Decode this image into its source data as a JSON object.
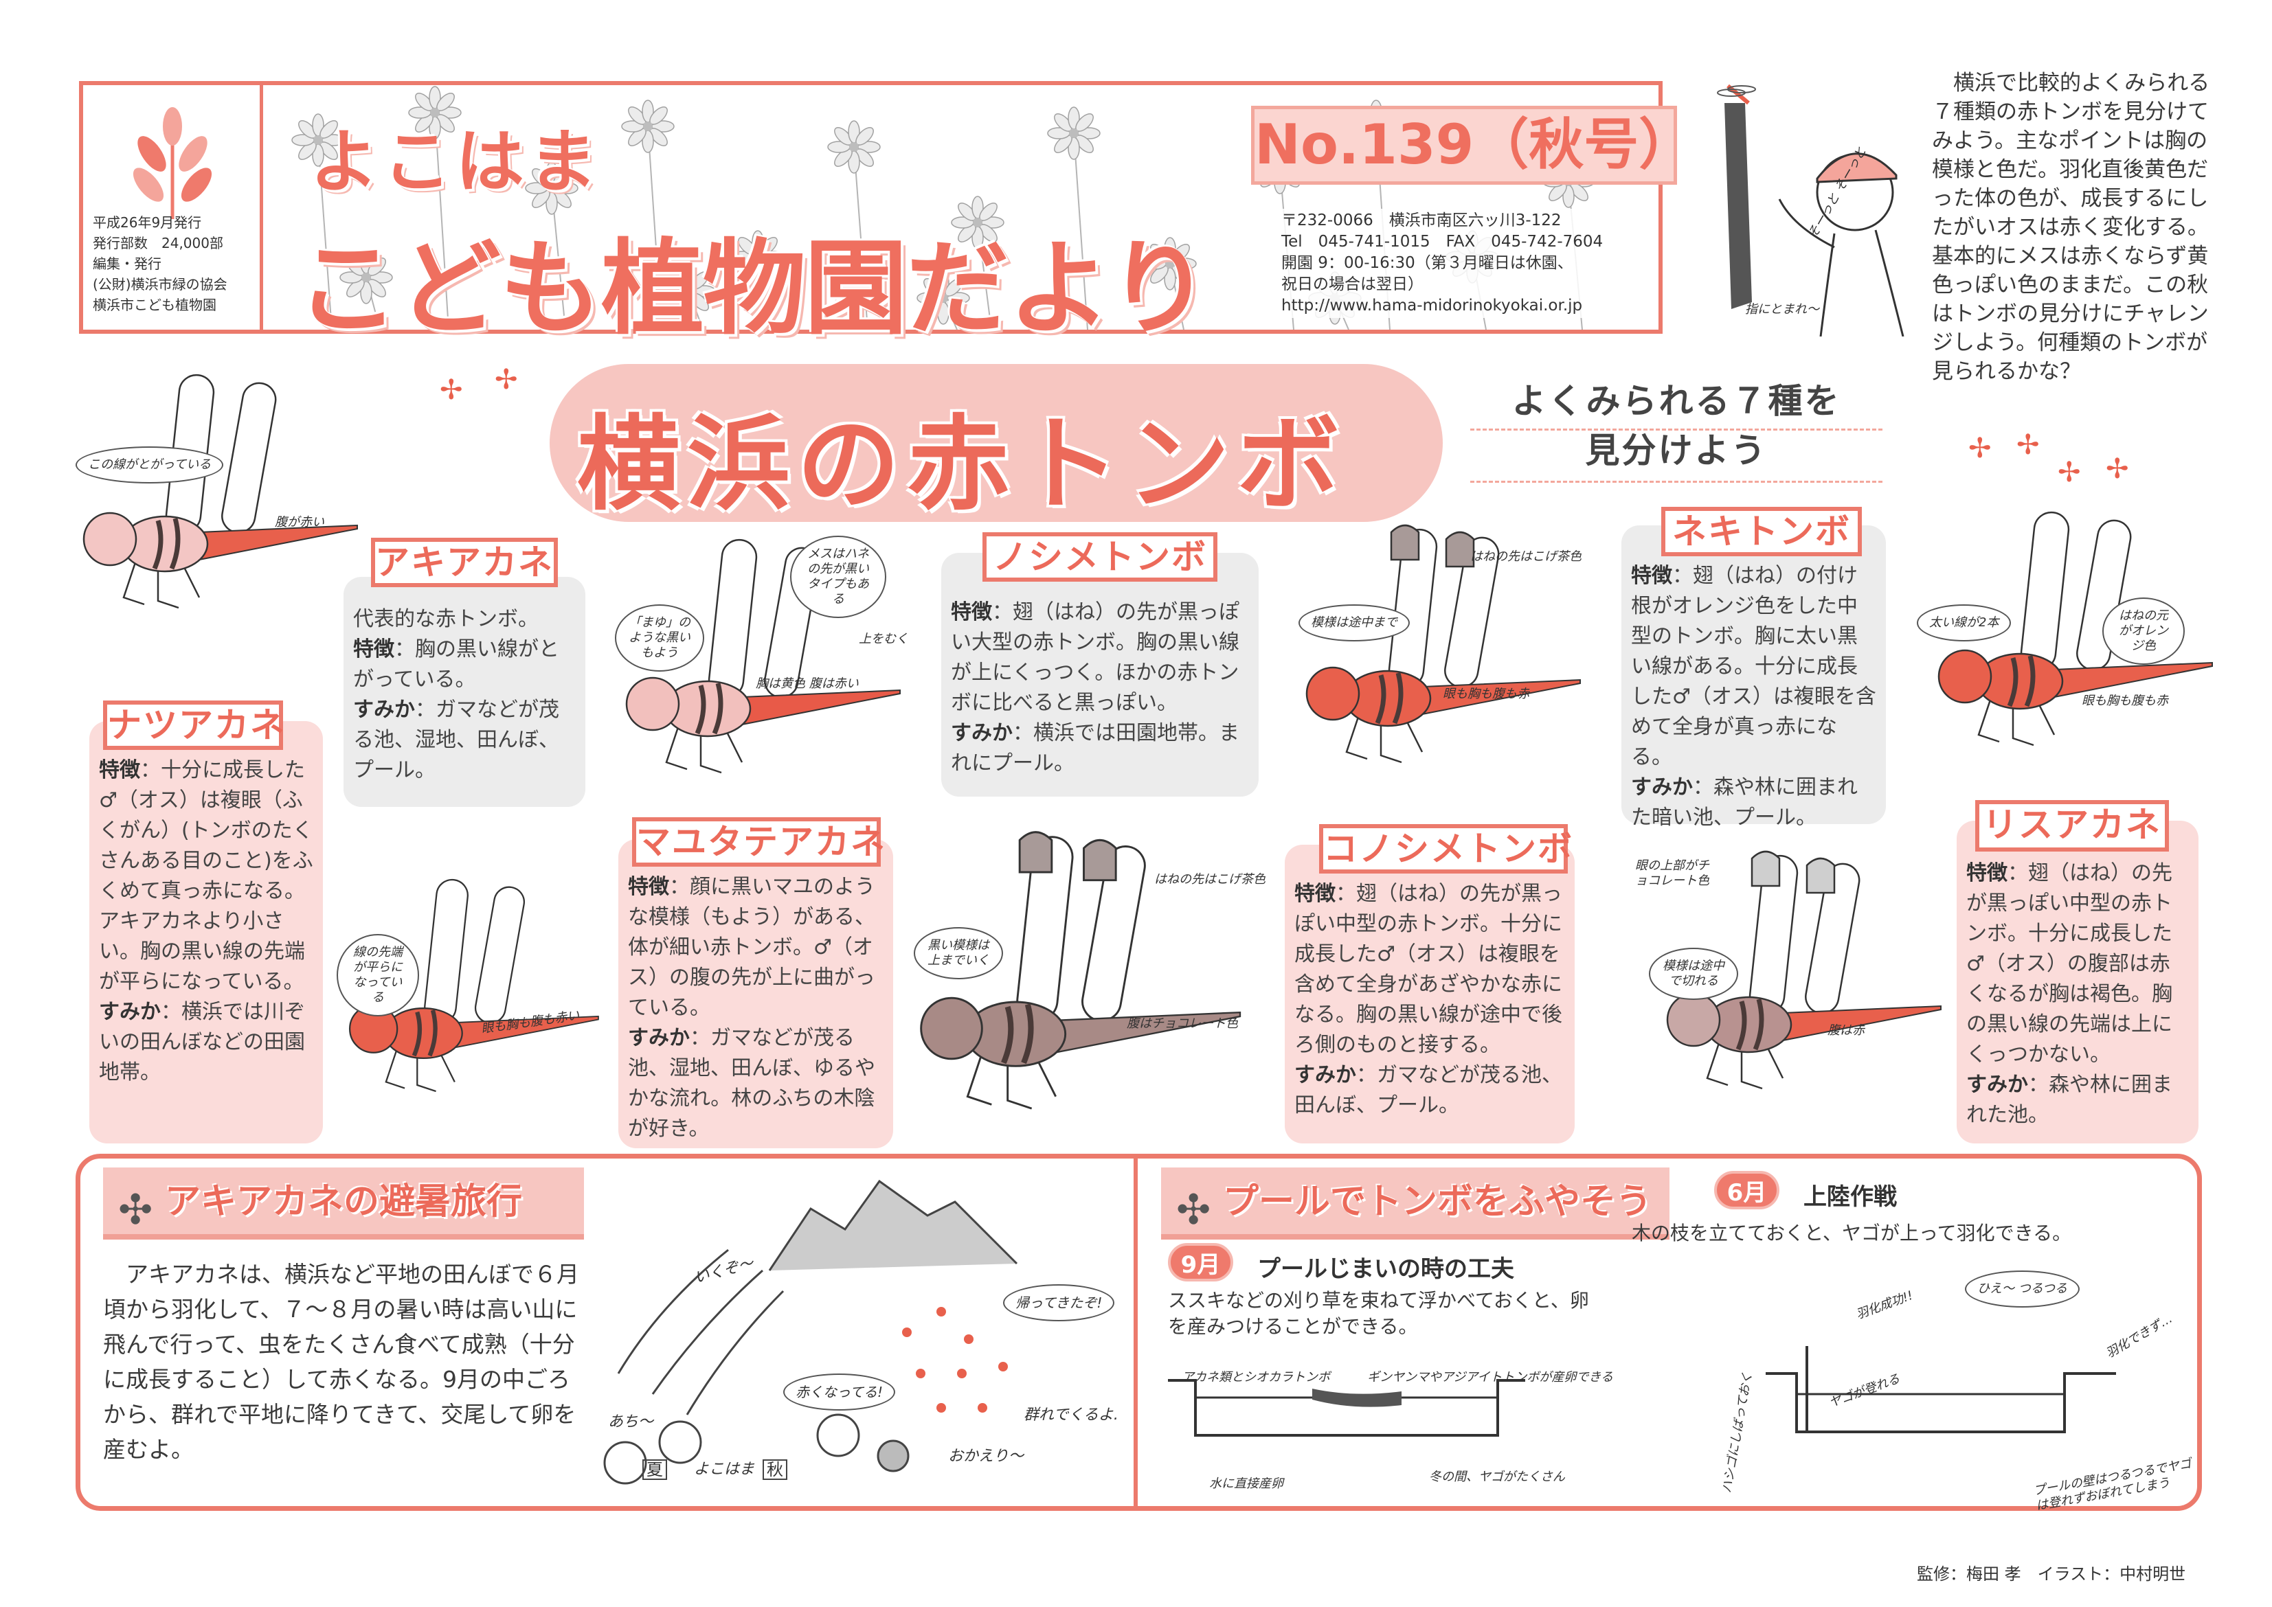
{
  "header": {
    "pub_lines": [
      "平成26年9月発行",
      "発行部数　24,000部",
      "編集・発行",
      "(公財)横浜市緑の協会",
      "横浜市こども植物園"
    ],
    "title_small": "よこはま",
    "title_large": "こども植物園だより",
    "issue": "No.139（秋号）",
    "address_lines": [
      "〒232-0066　横浜市南区六ッ川3-122",
      "Tel　045-741-1015　FAX　045-742-7604",
      "開園 9：00-16:30（第３月曜日は休園、",
      "祝日の場合は翌日）",
      "http://www.hama-midorinokyokai.or.jp"
    ]
  },
  "intro": "横浜で比較的よくみられる７種類の赤トンボを見分けてみよう。主なポイントは胸の模様と色だ。羽化直後黄色だった体の色が、成長するにしたがいオスは赤く変化する。基本的にメスは赤くならず黄色っぽい色のままだ。この秋はトンボの見分けにチャレンジしよう。何種類のトンボが見られるかな？",
  "kid_notes": [
    "そーっと そーっと",
    "指にとまれ〜"
  ],
  "banner": {
    "title": "横浜の赤トンボ",
    "subtitle_1": "よくみられる７種を",
    "subtitle_2": "見分けよう"
  },
  "labels": {
    "feature": "特徴",
    "habitat": "すみか"
  },
  "colors": {
    "accent": "#ec6a5a",
    "pink_box": "#fbdcda",
    "grey_box": "#ececec"
  },
  "species": [
    {
      "name": "アキアカネ",
      "lead": "代表的な赤トンボ。",
      "feature": "：胸の黒い線がとがっている。",
      "habitat": "：ガマなどが茂る池、湿地、田んぼ、プール。",
      "notes": [
        "この線がとがっている",
        "腹が赤い"
      ],
      "body": {
        "head": "#f3c6c4",
        "thorax": "#f3c6c4",
        "abdomen": "#e8604c",
        "tip": "none"
      }
    },
    {
      "name": "ナツアカネ",
      "feature": "：十分に成長した♂（オス）は複眼（ふくがん）(トンボのたくさんある目のこと)をふくめて真っ赤になる。アキアカネより小さい。胸の黒い線の先端が平らになっている。",
      "habitat": "：横浜では川ぞいの田んぼなどの田園地帯。",
      "notes": [
        "線の先端が平らになっている",
        "眼も胸も腹も赤い"
      ],
      "body": {
        "head": "#e8604c",
        "thorax": "#e8604c",
        "abdomen": "#e8604c",
        "tip": "none"
      }
    },
    {
      "name": "ノシメトンボ",
      "feature": "：翅（はね）の先が黒っぽい大型の赤トンボ。胸の黒い線が上にくっつく。ほかの赤トンボに比べると黒っぽい。",
      "habitat": "：横浜では田園地帯。まれにプール。",
      "notes": [
        "はねの先はこげ茶色",
        "黒い模様は上までいく",
        "腹はチョコレート色"
      ],
      "body": {
        "head": "#a88a86",
        "thorax": "#a88a86",
        "abdomen": "#a88a86",
        "tip": "#a89a98"
      }
    },
    {
      "name": "マユタテアカネ",
      "feature": "：顔に黒いマユのような模様（もよう）がある、体が細い赤トンボ。♂（オス）の腹の先が上に曲がっている。",
      "habitat": "：ガマなどが茂る池、湿地、田んぼ、ゆるやかな流れ。林のふちの木陰が好き。",
      "notes": [
        "「まゆ」のような黒いもよう",
        "メスはハネの先が黒いタイプもある",
        "胸は黄色 腹は赤い",
        "上をむく"
      ],
      "body": {
        "head": "#f2c0bd",
        "thorax": "#f2c0bd",
        "abdomen": "#e85a48",
        "tip": "none"
      }
    },
    {
      "name": "コノシメトンボ",
      "feature": "：翅（はね）の先が黒っぽい中型の赤トンボ。十分に成長した♂（オス）は複眼を含めて全身があざやかな赤になる。胸の黒い線が途中で後ろ側のものと接する。",
      "habitat": "：ガマなどが茂る池、田んぼ、プール。",
      "notes": [
        "はねの先はこげ茶色",
        "模様は途中まで",
        "眼も胸も腹も赤"
      ],
      "body": {
        "head": "#e8604c",
        "thorax": "#e8604c",
        "abdomen": "#e8604c",
        "tip": "#a89a98"
      }
    },
    {
      "name": "ネキトンボ",
      "feature": "：翅（はね）の付け根がオレンジ色をした中型のトンボ。胸に太い黒い線がある。十分に成長した♂（オス）は複眼を含めて全身が真っ赤になる。",
      "habitat": "：森や林に囲まれた暗い池、プール。",
      "notes": [
        "太い線が2本",
        "はねの元がオレンジ色",
        "眼も胸も腹も赤"
      ],
      "body": {
        "head": "#e8604c",
        "thorax": "#e8604c",
        "abdomen": "#e8604c",
        "tip": "none"
      }
    },
    {
      "name": "リスアカネ",
      "feature": "：翅（はね）の先が黒っぽい中型の赤トンボ。十分に成長した♂（オス）の腹部は赤くなるが胸は褐色。胸の黒い線の先端は上にくっつかない。",
      "habitat": "：森や林に囲まれた池。",
      "notes": [
        "眼の上部がチョコレート色",
        "模様は途中で切れる",
        "腹は赤"
      ],
      "body": {
        "head": "#c8a8a6",
        "thorax": "#b89290",
        "abdomen": "#e8604c",
        "tip": "#cfcfcf"
      }
    }
  ],
  "migration": {
    "title": "アキアカネの避暑旅行",
    "text": "アキアカネは、横浜など平地の田んぼで６月頃から羽化して、７～８月の暑い時は高い山に飛んで行って、虫をたくさん食べて成熟（十分に成長すること）して赤くなる。9月の中ごろから、群れで平地に降りてきて、交尾して卵を産むよ。",
    "notes": [
      "いくぞ〜",
      "帰ってきたぞ!",
      "赤くなってる!",
      "群れでくるよ.",
      "あち〜",
      "夏",
      "よこはま",
      "秋",
      "おかえり〜"
    ]
  },
  "pool": {
    "title": "プールでトンボをふやそう",
    "sep": {
      "month": "9月",
      "heading": "プールじまいの時の工夫",
      "text": "ススキなどの刈り草を束ねて浮かべておくと、卵を産みつけることができる。",
      "notes": [
        "アカネ類とシオカラトンボ",
        "ギンヤンマやアジアイトトンボが産卵できる",
        "水に直接産卵",
        "冬の間、ヤゴがたくさん"
      ]
    },
    "jun": {
      "month": "6月",
      "heading": "上陸作戦",
      "text": "木の枝を立てておくと、ヤゴが上って羽化できる。",
      "notes": [
        "羽化成功!!",
        "ひえ〜 つるつる",
        "羽化できず…",
        "ヤゴが登れる",
        "ハシゴにしばっておく",
        "プールの壁はつるつるでヤゴは登れずおぼれてしまう"
      ]
    }
  },
  "credit": "監修：梅田 孝　イラスト：中村明世"
}
